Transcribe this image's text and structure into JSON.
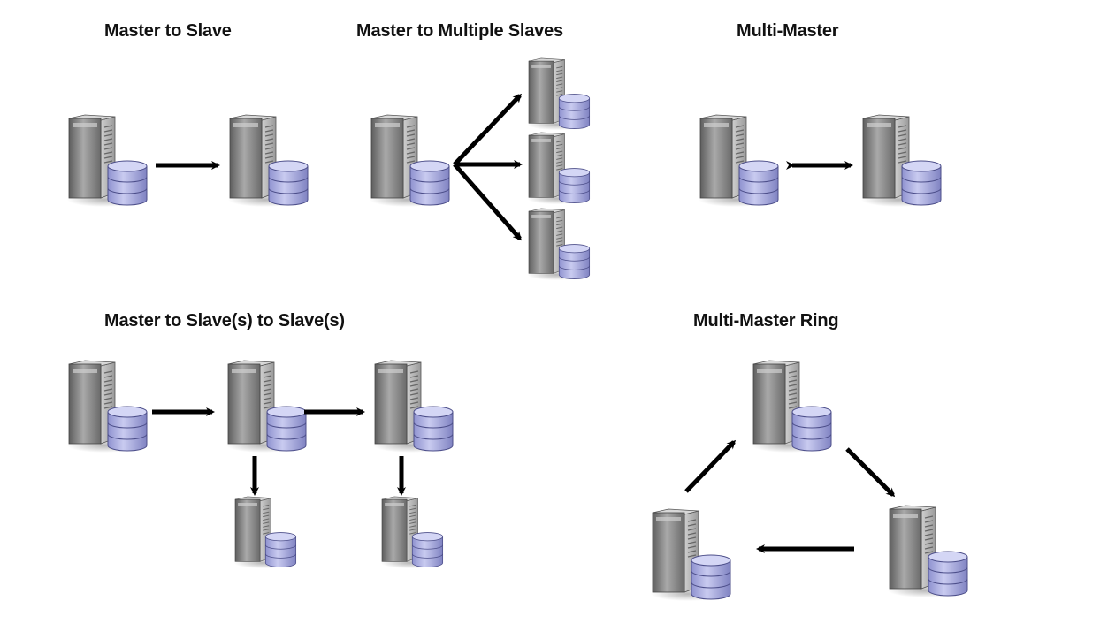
{
  "diagrams": [
    {
      "title": "Master to Slave",
      "nodes": [
        "master",
        "slave"
      ]
    },
    {
      "title": "Master to Multiple Slaves",
      "nodes": [
        "master",
        "slave-1",
        "slave-2",
        "slave-3"
      ]
    },
    {
      "title": "Multi-Master",
      "nodes": [
        "master-1",
        "master-2"
      ]
    },
    {
      "title": "Master to Slave(s) to Slave(s)",
      "nodes": [
        "master",
        "slave-1",
        "slave-2",
        "slave-1-child",
        "slave-2-child"
      ]
    },
    {
      "title": "Multi-Master Ring",
      "nodes": [
        "master-top",
        "master-right",
        "master-left"
      ]
    }
  ],
  "icons": {
    "server": "server-with-database-icon",
    "arrow": "arrow"
  },
  "colors": {
    "server_body": "#8a8a8a",
    "database": "#aeb0e0",
    "arrow": "#000000"
  }
}
